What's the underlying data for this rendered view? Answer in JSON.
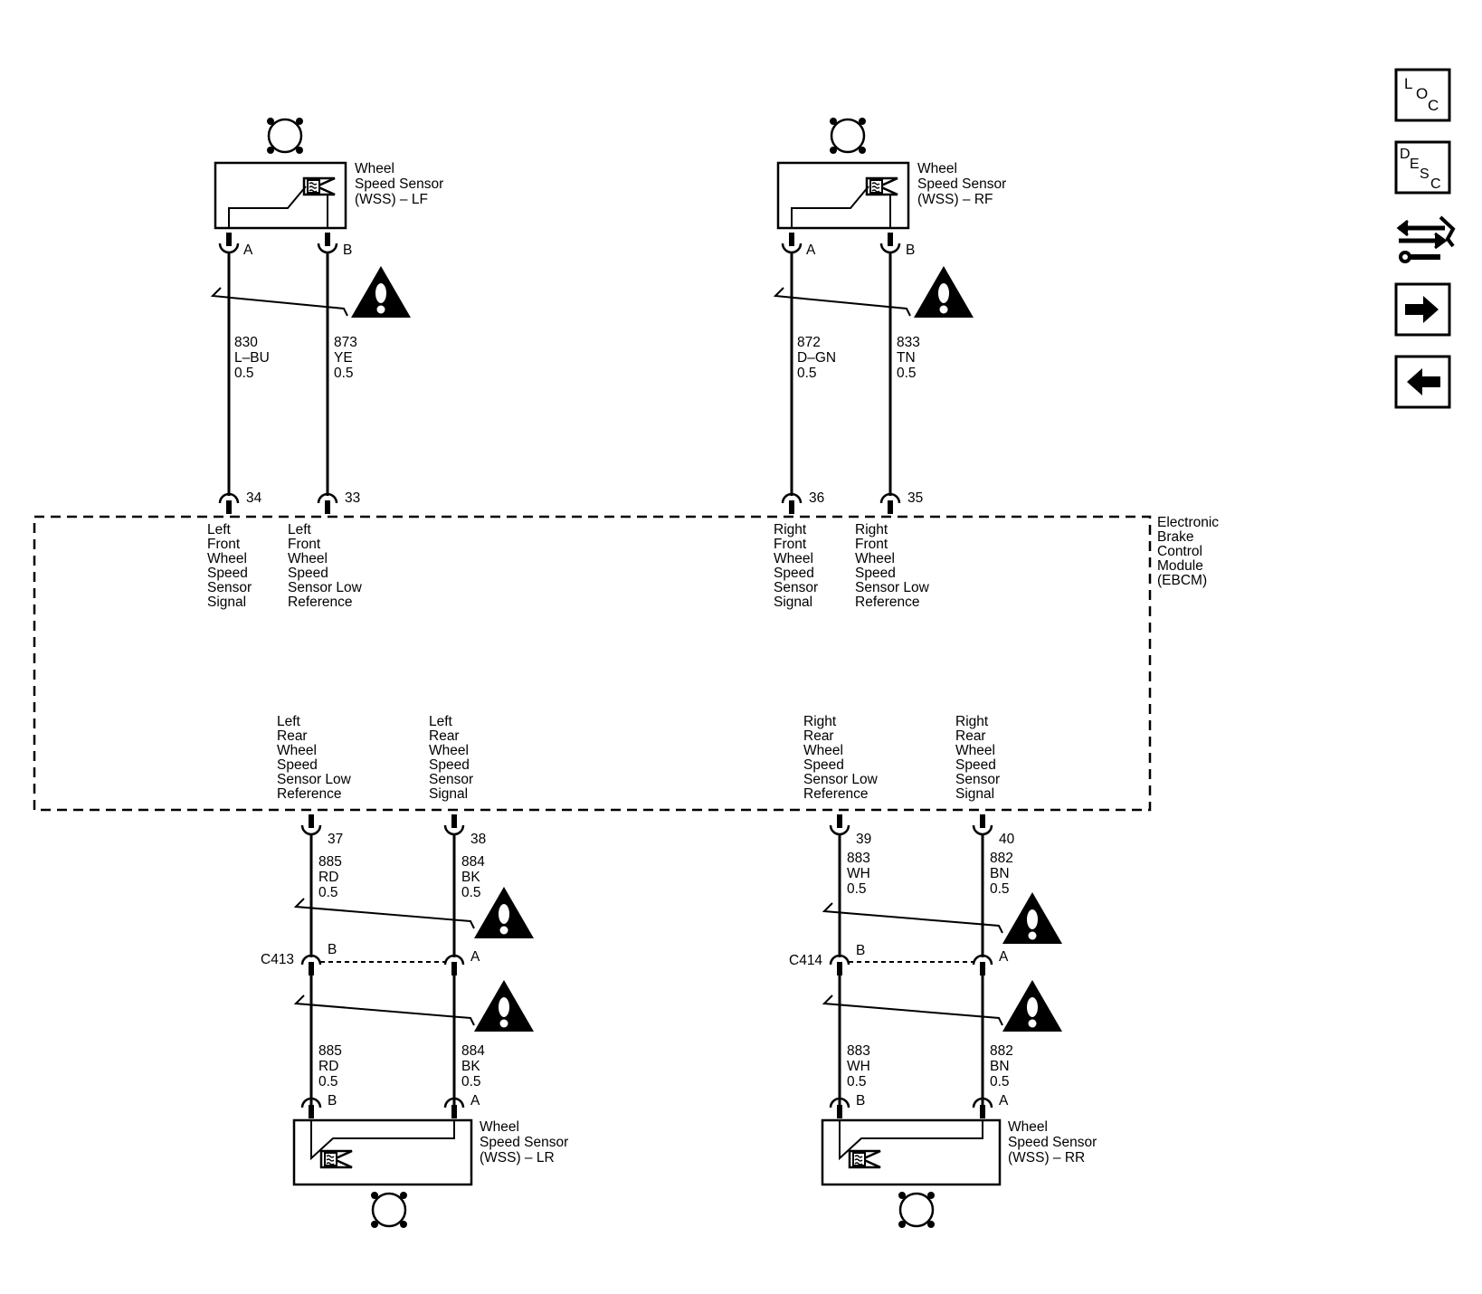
{
  "module": {
    "label_lines": [
      "Electronic",
      "Brake",
      "Control",
      "Module",
      "(EBCM)"
    ]
  },
  "sensors": {
    "lf": {
      "title_lines": [
        "Wheel",
        "Speed Sensor",
        "(WSS) – LF"
      ],
      "pin_a": "A",
      "pin_b": "B"
    },
    "rf": {
      "title_lines": [
        "Wheel",
        "Speed Sensor",
        "(WSS) – RF"
      ],
      "pin_a": "A",
      "pin_b": "B"
    },
    "lr": {
      "title_lines": [
        "Wheel",
        "Speed Sensor",
        "(WSS) – LR"
      ],
      "pin_a": "A",
      "pin_b": "B"
    },
    "rr": {
      "title_lines": [
        "Wheel",
        "Speed Sensor",
        "(WSS) – RR"
      ],
      "pin_a": "A",
      "pin_b": "B"
    }
  },
  "wires": {
    "lf_a": {
      "circuit": "830",
      "color": "L–BU",
      "gauge": "0.5"
    },
    "lf_b": {
      "circuit": "873",
      "color": "YE",
      "gauge": "0.5"
    },
    "rf_a": {
      "circuit": "872",
      "color": "D–GN",
      "gauge": "0.5"
    },
    "rf_b": {
      "circuit": "833",
      "color": "TN",
      "gauge": "0.5"
    },
    "lr_b_upper": {
      "circuit": "885",
      "color": "RD",
      "gauge": "0.5"
    },
    "lr_a_upper": {
      "circuit": "884",
      "color": "BK",
      "gauge": "0.5"
    },
    "rr_b_upper": {
      "circuit": "883",
      "color": "WH",
      "gauge": "0.5"
    },
    "rr_a_upper": {
      "circuit": "882",
      "color": "BN",
      "gauge": "0.5"
    },
    "lr_b_lower": {
      "circuit": "885",
      "color": "RD",
      "gauge": "0.5"
    },
    "lr_a_lower": {
      "circuit": "884",
      "color": "BK",
      "gauge": "0.5"
    },
    "rr_b_lower": {
      "circuit": "883",
      "color": "WH",
      "gauge": "0.5"
    },
    "rr_a_lower": {
      "circuit": "882",
      "color": "BN",
      "gauge": "0.5"
    }
  },
  "module_pins": {
    "p34": {
      "num": "34",
      "func_lines": [
        "Left",
        "Front",
        "Wheel",
        "Speed",
        "Sensor",
        "Signal"
      ]
    },
    "p33": {
      "num": "33",
      "func_lines": [
        "Left",
        "Front",
        "Wheel",
        "Speed",
        "Sensor Low",
        "Reference"
      ]
    },
    "p36": {
      "num": "36",
      "func_lines": [
        "Right",
        "Front",
        "Wheel",
        "Speed",
        "Sensor",
        "Signal"
      ]
    },
    "p35": {
      "num": "35",
      "func_lines": [
        "Right",
        "Front",
        "Wheel",
        "Speed",
        "Sensor Low",
        "Reference"
      ]
    },
    "p37": {
      "num": "37",
      "func_lines": [
        "Left",
        "Rear",
        "Wheel",
        "Speed",
        "Sensor Low",
        "Reference"
      ]
    },
    "p38": {
      "num": "38",
      "func_lines": [
        "Left",
        "Rear",
        "Wheel",
        "Speed",
        "Sensor",
        "Signal"
      ]
    },
    "p39": {
      "num": "39",
      "func_lines": [
        "Right",
        "Rear",
        "Wheel",
        "Speed",
        "Sensor Low",
        "Reference"
      ]
    },
    "p40": {
      "num": "40",
      "func_lines": [
        "Right",
        "Rear",
        "Wheel",
        "Speed",
        "Sensor",
        "Signal"
      ]
    }
  },
  "connectors": {
    "c413": {
      "id": "C413",
      "pin_b": "B",
      "pin_a": "A"
    },
    "c414": {
      "id": "C414",
      "pin_b": "B",
      "pin_a": "A"
    }
  },
  "nav": {
    "loc": {
      "letters": [
        "L",
        "O",
        "C"
      ],
      "icon": "loc-icon"
    },
    "desc": {
      "letters": [
        "D",
        "E",
        "S",
        "C"
      ],
      "icon": "desc-icon"
    },
    "repair": {
      "icon": "connector-repair-icon"
    },
    "next": {
      "icon": "arrow-right-icon"
    },
    "prev": {
      "icon": "arrow-left-icon"
    }
  }
}
